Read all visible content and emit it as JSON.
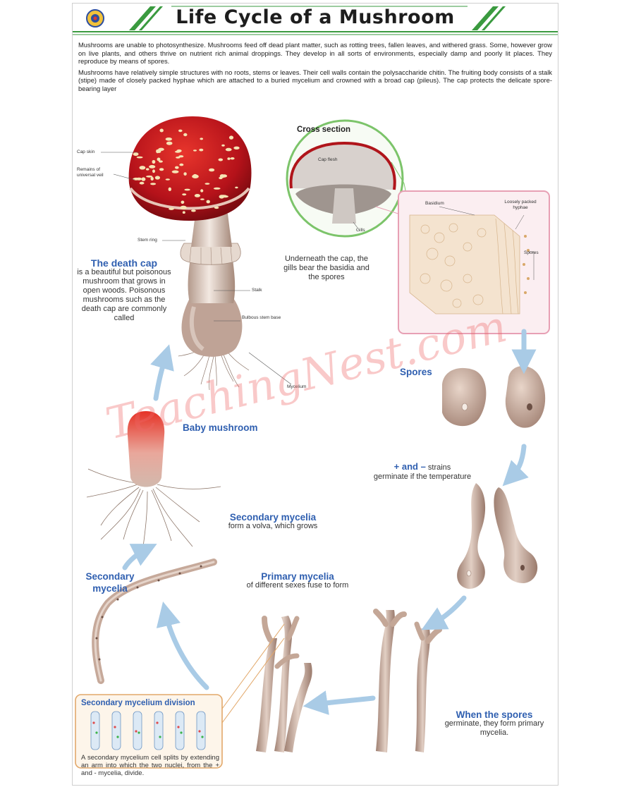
{
  "title": "Life Cycle of a Mushroom",
  "intro": {
    "p1": "Mushrooms are unable to photosynthesize. Mushrooms feed off dead plant matter, such as rotting trees, fallen leaves, and withered grass. Some, however grow on live plants, and others thrive on nutrient rich animal droppings. They develop in all sorts of environments, especially damp and poorly lit places. They reproduce by means of spores.",
    "p2": "Mushrooms have relatively simple structures with no roots, stems or leaves. Their cell walls contain the polysaccharide chitin. The fruiting body consists of a stalk (stipe) made of closely packed hyphae which are attached to a buried mycelium and crowned with a broad cap (pileus). The cap protects the delicate spore-bearing layer"
  },
  "mushroom_labels": {
    "cap_skin": "Cap skin",
    "universal_veil": "Remains of universal veil",
    "stem_ring": "Stem ring",
    "stalk": "Stalk",
    "bulbous_base": "Bulbous stem base",
    "mycelium": "Mycelium"
  },
  "cross_section": {
    "title": "Cross section",
    "cap_flesh": "Cap flesh",
    "gills": "Gills",
    "caption": "Underneath the cap, the gills bear the basidia and the spores"
  },
  "detail": {
    "basidium": "Basidium",
    "hyphae": "Loosely packed hyphae",
    "spores": "Spores"
  },
  "death_cap": {
    "title": "The death cap",
    "text": "is a beautiful but poisonous mushroom that grows in open woods. Poisonous mushrooms such as the death cap are commonly called"
  },
  "stages": {
    "spores": "Spores",
    "strains_bold": "+ and –",
    "strains_text": "strains",
    "strains_desc": "germinate if the temperature",
    "baby": "Baby mushroom",
    "sec_volva_title": "Secondary mycelia",
    "sec_volva_desc": "form a volva, which grows",
    "primary_title": "Primary mycelia",
    "primary_desc": "of different sexes fuse to form",
    "secondary_left": "Secondary mycelia",
    "germ_title": "When the spores",
    "germ_desc": "germinate, they form primary mycelia."
  },
  "inset": {
    "title": "Secondary mycelium division",
    "text": "A secondary mycelium cell splits by extending an arm into which the two nuclei, from the + and - mycelia, divide."
  },
  "watermark": "TeachingNest.com",
  "colors": {
    "stage_blue": "#2f5fb0",
    "cap_red": "#c8161b",
    "green_frame": "#7cc46a",
    "pink_frame": "#e7a0b4",
    "flesh": "#c9aea0",
    "arrow_blue": "#a9cbe6"
  }
}
